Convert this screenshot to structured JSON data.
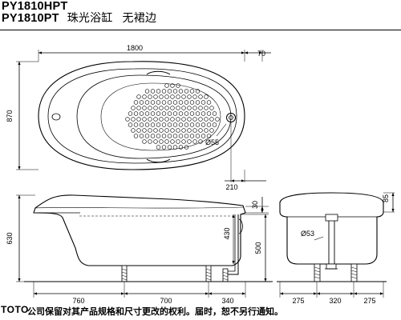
{
  "header": {
    "model_1": "PY1810HPT",
    "model_2": "PY1810PT",
    "product_name": "珠光浴缸",
    "variant": "无裙边"
  },
  "dimensions": {
    "length": "1800",
    "overflow_offset": "70",
    "width": "870",
    "drain_diameter": "Ø55",
    "drain_offset": "210",
    "rim_height": "30",
    "height": "630",
    "tap_height": "430",
    "total_height": "500",
    "foot_front": "760",
    "foot_span": "700",
    "foot_rear": "340",
    "rim_side": "85",
    "pipe_diameter": "Ø53",
    "side_left": "275",
    "side_mid": "320",
    "side_right": "275"
  },
  "footer": {
    "brand": "TOTO",
    "note": "公司保留对其产品规格和尺寸更改的权利。届时，恕不另行通知。"
  }
}
